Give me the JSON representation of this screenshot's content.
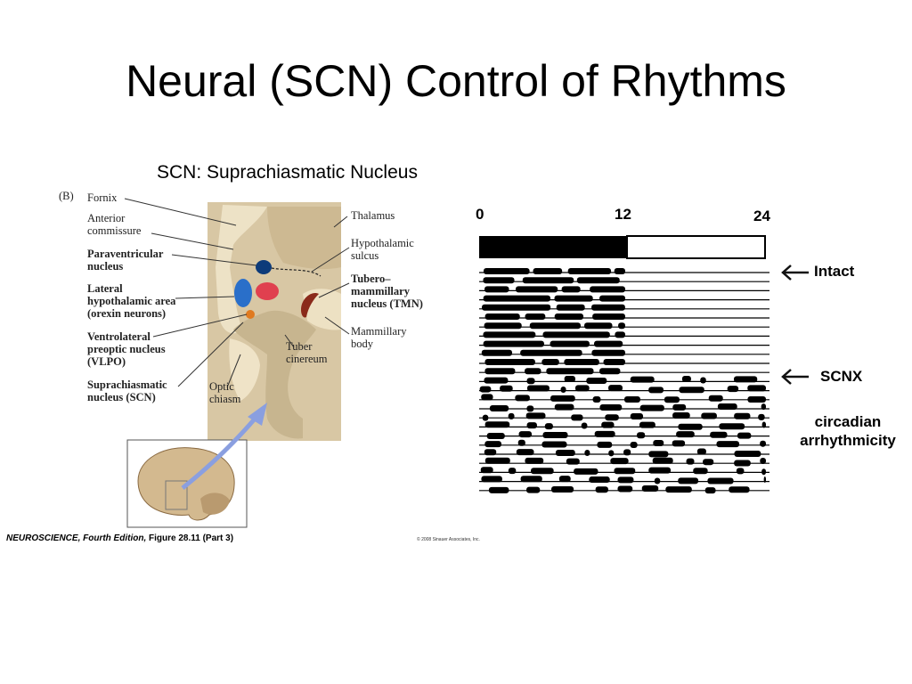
{
  "title": "Neural (SCN) Control of Rhythms",
  "subtitle": "SCN: Suprachiasmatic Nucleus",
  "figure_labels": {
    "panel": "(B)",
    "fornix": "Fornix",
    "anterior_commissure": "Anterior\ncommissure",
    "paraventricular": "Paraventricular\nnucleus",
    "lateral_hypothalamic": "Lateral\nhypothalamic area\n(orexin neurons)",
    "vlpo": "Ventrolateral\npreoptic nucleus\n(VLPO)",
    "scn": "Suprachiasmatic\nnucleus (SCN)",
    "thalamus": "Thalamus",
    "hypothalamic_sulcus": "Hypothalamic\nsulcus",
    "tmn": "Tubero–\nmammillary\nnucleus (TMN)",
    "mammillary_body": "Mammillary\nbody",
    "tuber_cinereum": "Tuber\ncinereum",
    "optic_chiasm": "Optic\nchiasm"
  },
  "caption": {
    "book": "NEUROSCIENCE, Fourth Edition,",
    "figure": " Figure 28.11 (Part 3)",
    "copyright": "© 2008 Sinauer Associates, Inc."
  },
  "actogram": {
    "tick_labels": [
      "0",
      "12",
      "24"
    ],
    "intact_label": "Intact",
    "scnx_label": "SCNX",
    "arrhythmia_label": "circadian\narrhythmicity"
  },
  "colors": {
    "brain_tissue": "#d8c7a4",
    "brain_dark": "#b7a47c",
    "blue_nucleus": "#2a6fc9",
    "dark_blue_nucleus": "#0d3b7a",
    "red_nucleus": "#e0404f",
    "orange_nucleus": "#e07a20",
    "tmn_brown": "#8a2a1a",
    "arrow_blue": "#8a9fe0"
  }
}
